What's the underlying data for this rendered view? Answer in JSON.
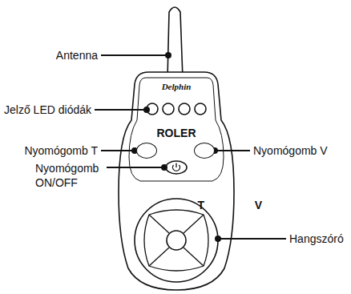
{
  "diagram": {
    "nodes": [
      {
        "text": [
          "Delphin",
          "ROLER"
        ]
      },
      {
        "text": [
          "T"
        ],
        "in": 0
      },
      {
        "text": [
          "V"
        ],
        "in": 0
      }
    ],
    "labels": [
      "Antenna",
      "Jelző LED diódák",
      "Nyomógomb T",
      "Nyomógomb ON/OFF",
      "Nyomógomb V",
      "Hangszóró"
    ]
  }
}
